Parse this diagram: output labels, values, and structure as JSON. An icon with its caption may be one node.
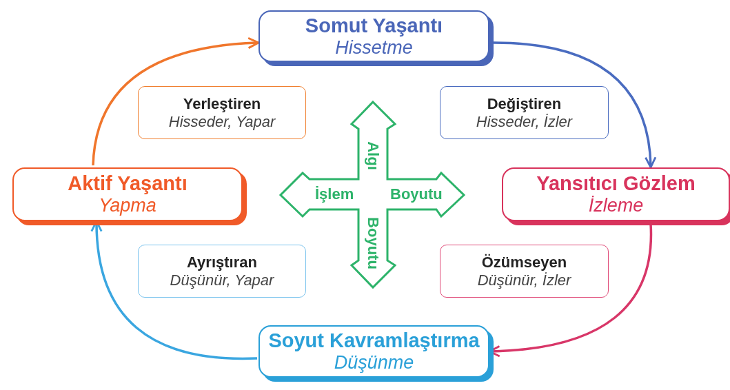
{
  "diagram": {
    "nodes": [
      {
        "text": [
          "Somut Yaşantı",
          "Hissetme"
        ]
      },
      {
        "text": [
          "Yansıtıcı Gözlem",
          "İzleme"
        ]
      },
      {
        "text": [
          "Soyut Kavramlaştırma",
          "Düşünme"
        ]
      },
      {
        "text": [
          "Aktif Yaşantı",
          "Yapma"
        ]
      },
      {
        "text": [
          "Yerleştiren",
          "Hisseder, Yapar"
        ]
      },
      {
        "text": [
          "Değiştiren",
          "Hisseder, İzler"
        ]
      },
      {
        "text": [
          "Ayrıştıran",
          "Düşünür, Yapar"
        ]
      },
      {
        "text": [
          "Özümseyen",
          "Düşünür, İzler"
        ]
      }
    ],
    "edges": [
      {
        "from": 0,
        "to": 1,
        "arrow": "to",
        "color": "#4a6cc0"
      },
      {
        "from": 1,
        "to": 2,
        "arrow": "to",
        "color": "#d83668"
      },
      {
        "from": 2,
        "to": 3,
        "arrow": "to",
        "color": "#3aa6e0"
      },
      {
        "from": 3,
        "to": 0,
        "arrow": "to",
        "color": "#f0762c"
      }
    ],
    "labels": [
      "Algı",
      "İşlem",
      "Boyutu",
      "Boyutu"
    ]
  }
}
